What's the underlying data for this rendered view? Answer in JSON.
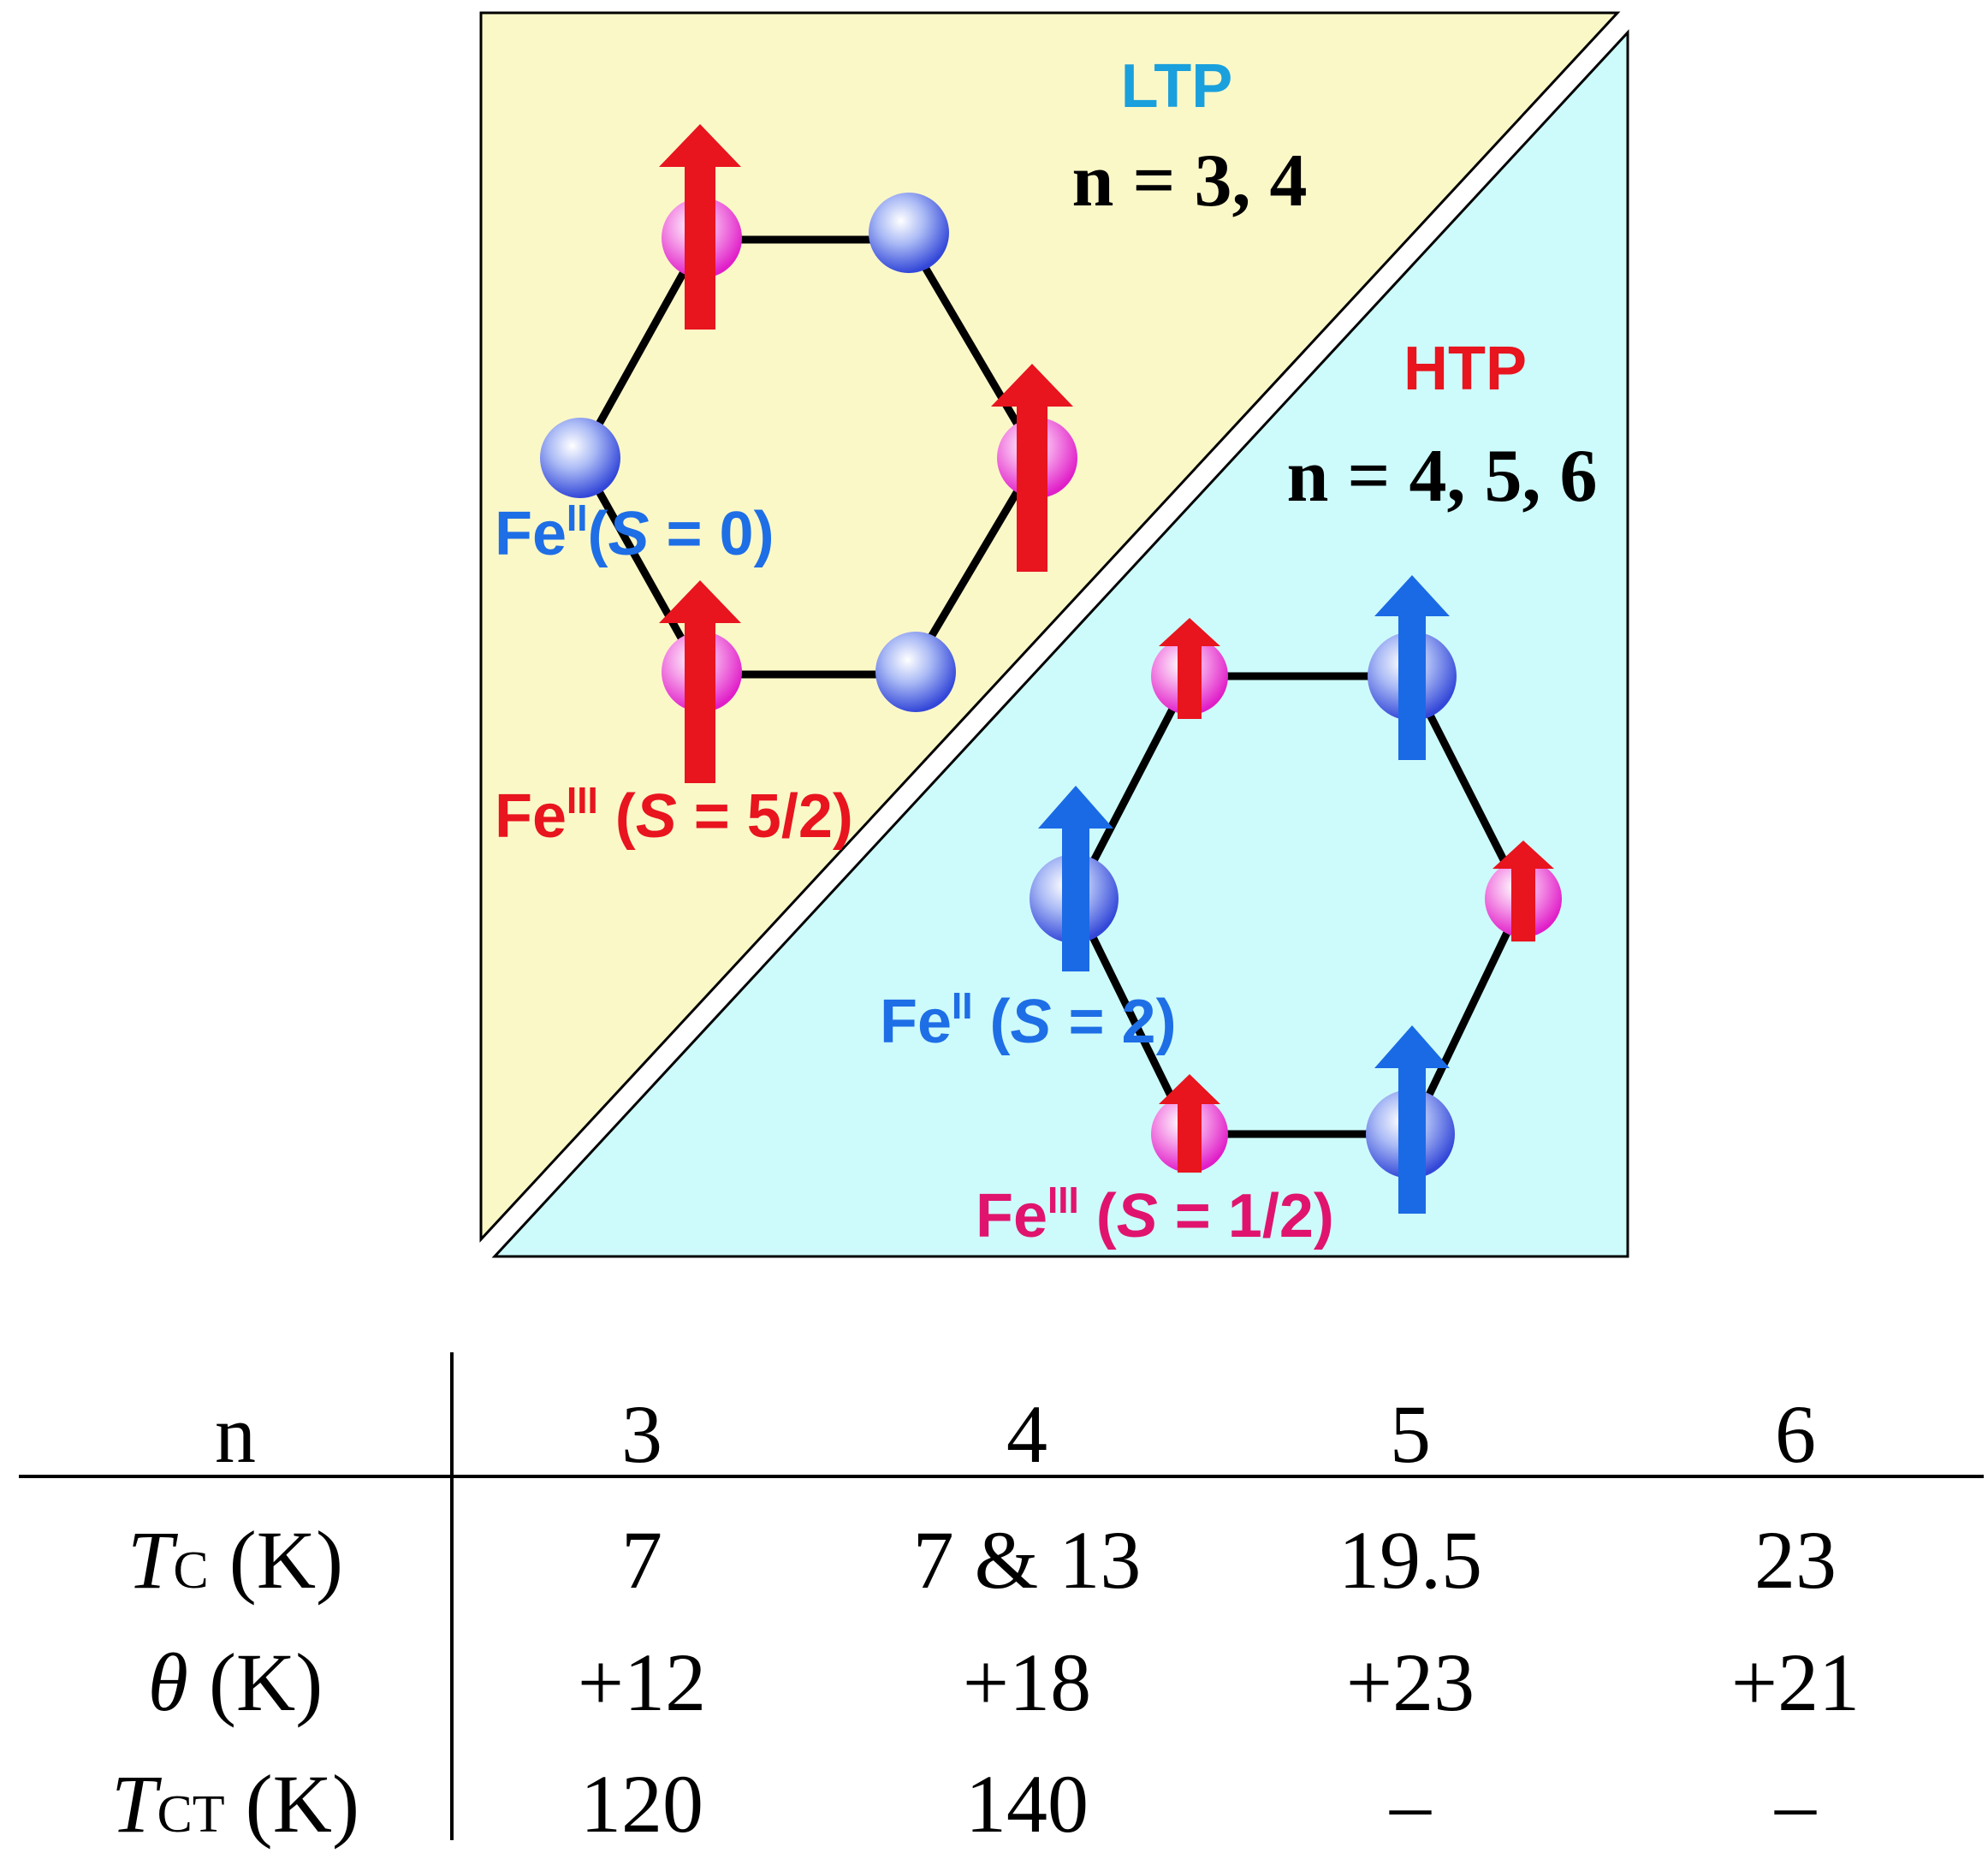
{
  "diagram": {
    "ltp": {
      "label": "LTP",
      "n_values": "n = 3, 4",
      "fe2_label": {
        "ion": "Fe",
        "ox": "II",
        "open": "(",
        "spin_symbol": "S",
        "spin_value": " = 0)"
      },
      "fe3_label": {
        "ion": "Fe",
        "ox": "III",
        "open": " (",
        "spin_symbol": "S",
        "spin_value": " = 5/2)"
      }
    },
    "htp": {
      "label": "HTP",
      "n_values": "n = 4, 5, 6",
      "fe2_label": {
        "ion": "Fe",
        "ox": "II",
        "open": " (",
        "spin_symbol": "S",
        "spin_value": " = 2)"
      },
      "fe3_label": {
        "ion": "Fe",
        "ox": "III",
        "open": " (",
        "spin_symbol": "S",
        "spin_value": " = 1/2)"
      }
    },
    "colors": {
      "ltp_background": "#fbf8c8",
      "htp_background": "#cdfbfb",
      "ltp_label": "#1aa0dc",
      "htp_label": "#e8141e",
      "fe2_label": "#1e6ee6",
      "fe3_ltp_label": "#e8141e",
      "fe3_htp_label": "#e0146e",
      "up_arrow_fe3": "#e8141e",
      "up_arrow_fe2": "#1a6ae6"
    }
  },
  "table": {
    "header": {
      "label": "n",
      "cols": [
        "3",
        "4",
        "5",
        "6"
      ]
    },
    "rows": [
      {
        "symbol": "T",
        "sub": "C",
        "unit": " (K)",
        "values": [
          "7",
          "7 & 13",
          "19.5",
          "23"
        ]
      },
      {
        "symbol": "θ",
        "sub": "",
        "unit": " (K)",
        "values": [
          "+12",
          "+18",
          "+23",
          "+21"
        ]
      },
      {
        "symbol": "T",
        "sub": "CT",
        "unit": " (K)",
        "values": [
          "120",
          "140",
          "–",
          "–"
        ]
      }
    ]
  }
}
